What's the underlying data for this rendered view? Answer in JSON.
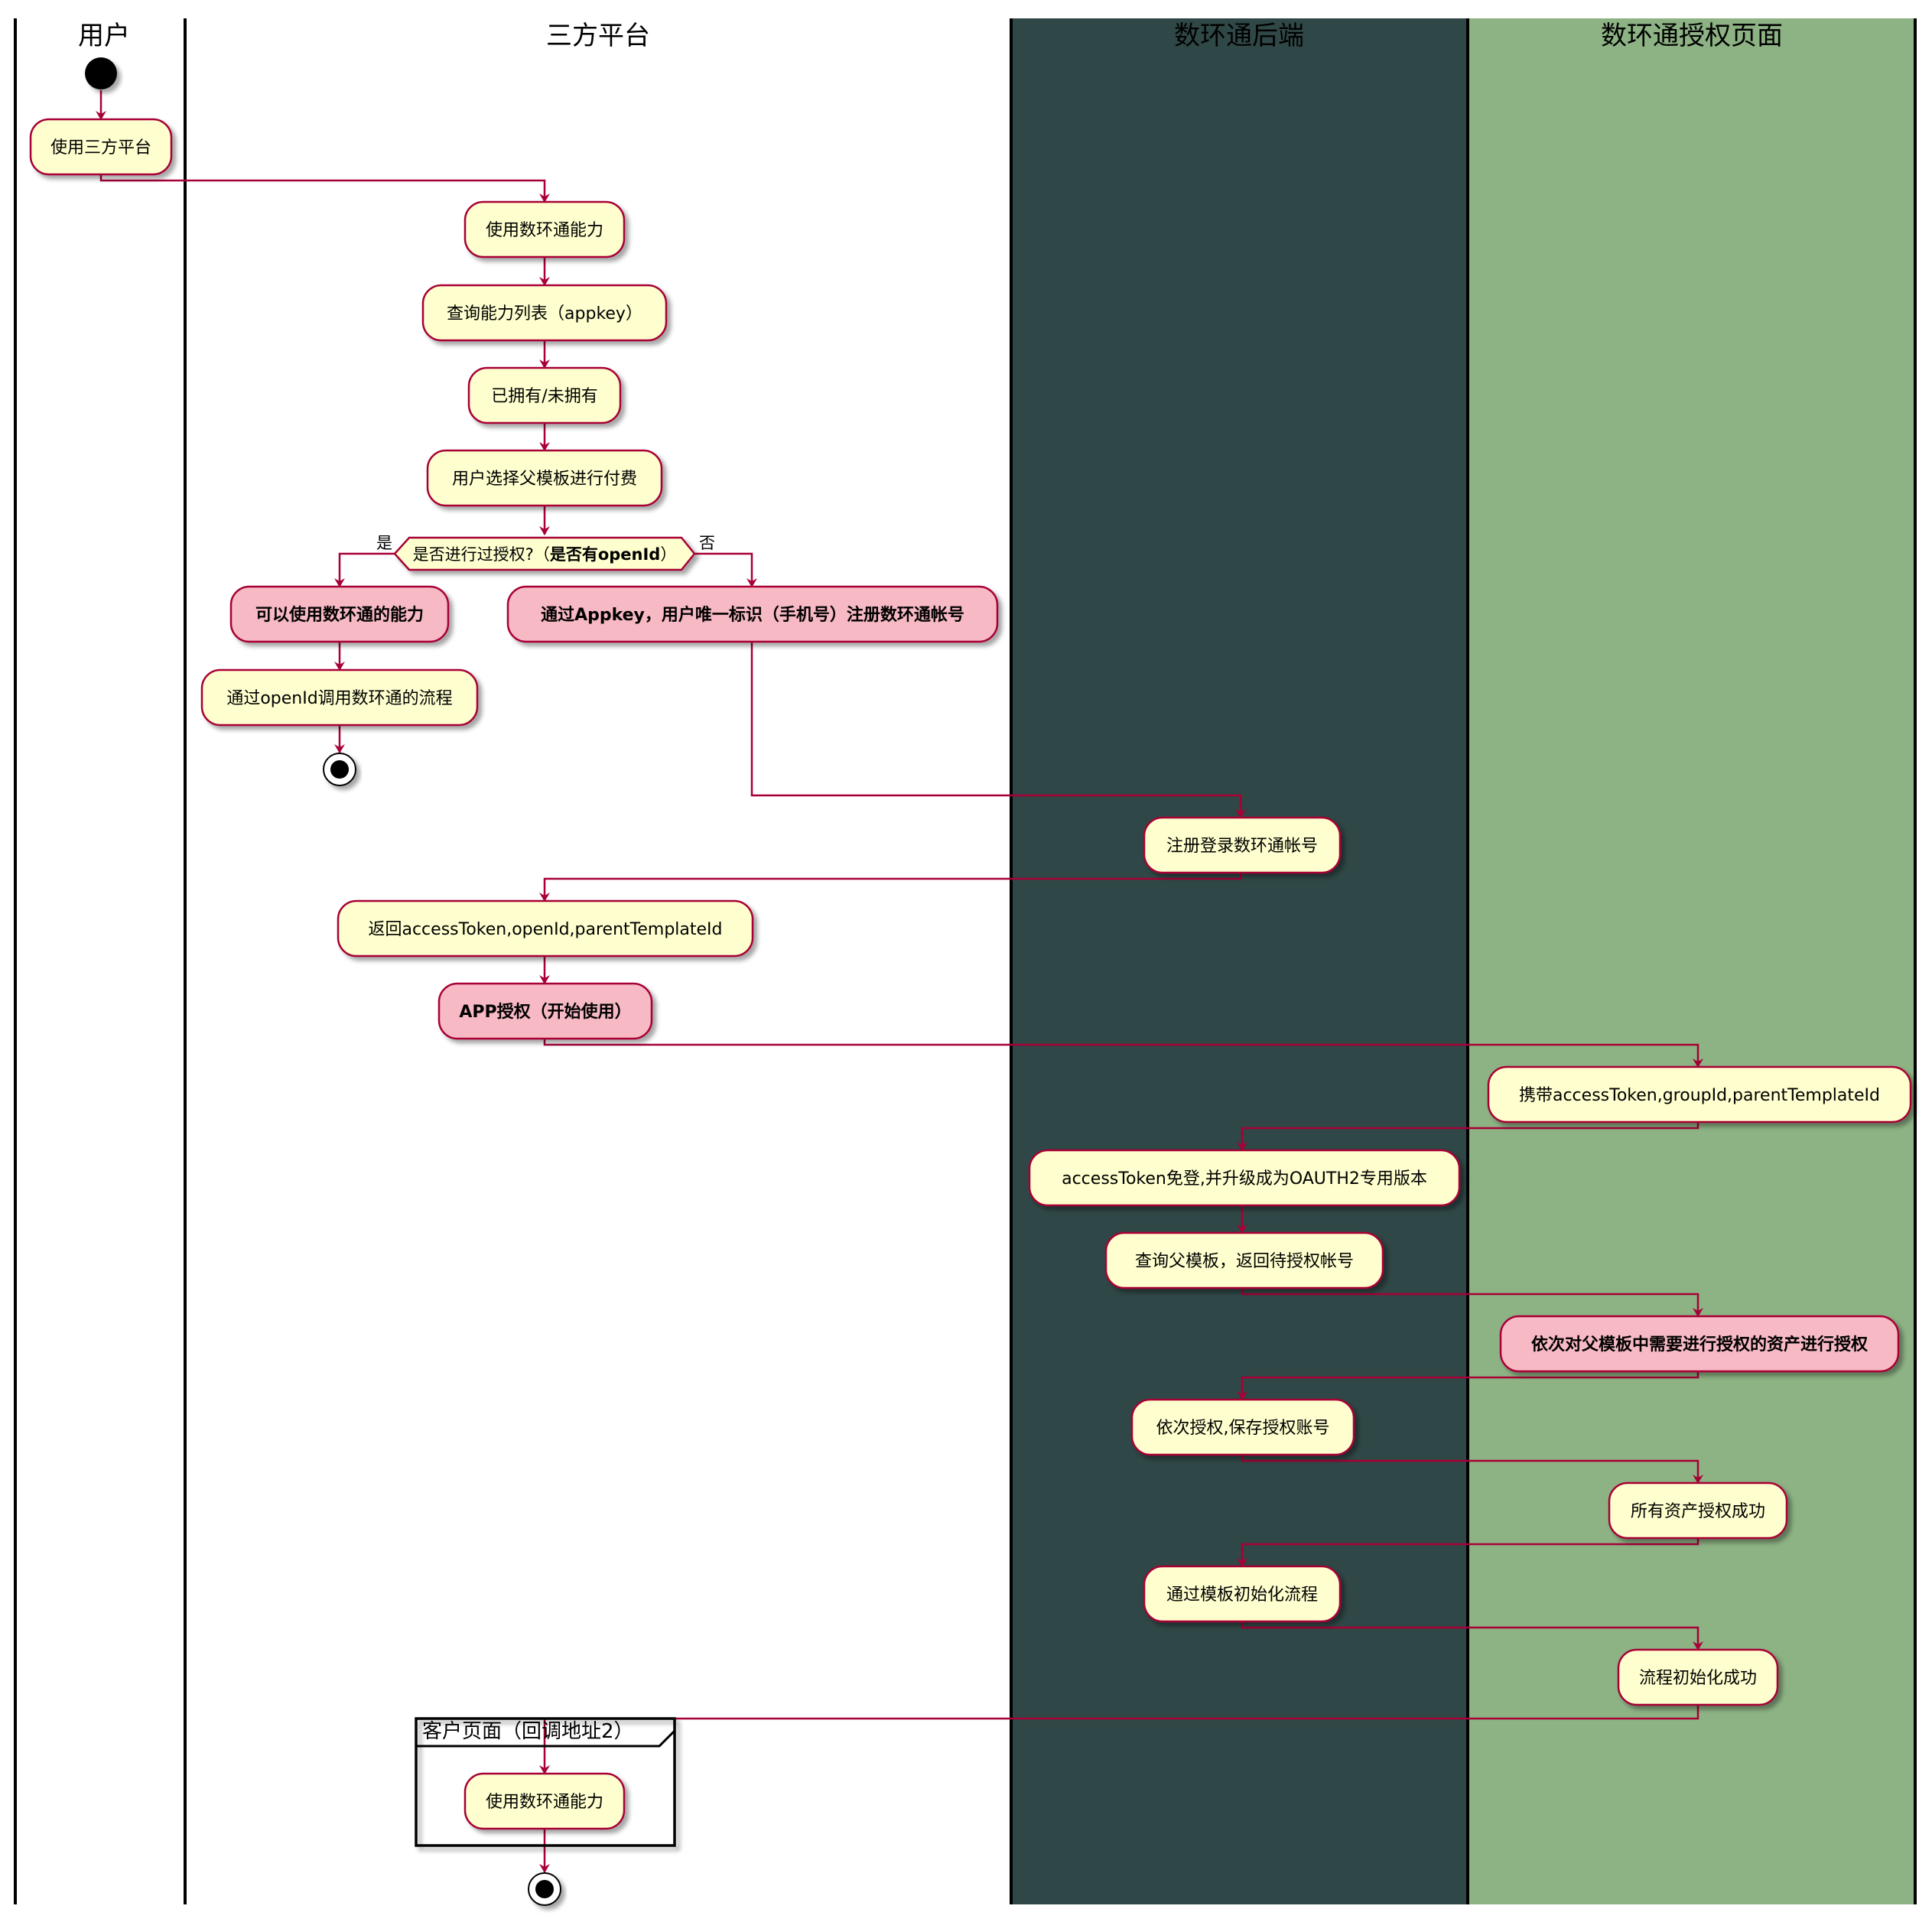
{
  "lanes": [
    {
      "id": "user",
      "title": "用户",
      "bg": "#ffffff"
    },
    {
      "id": "third",
      "title": "三方平台",
      "bg": "#ffffff"
    },
    {
      "id": "backend",
      "title": "数环通后端",
      "bg": "#2f4746"
    },
    {
      "id": "auth",
      "title": "数环通授权页面",
      "bg": "#8db284"
    }
  ],
  "nodes": {
    "use_third": "使用三方平台",
    "use_ability": "使用数环通能力",
    "query_list": "查询能力列表（appkey）",
    "owned": "已拥有/未拥有",
    "select_template": "用户选择父模板进行付费",
    "can_use": "可以使用数环通的能力",
    "via_openid": "通过openId调用数环通的流程",
    "register_via_appkey": "通过Appkey，用户唯一标识（手机号）注册数环通帐号",
    "register_login": "注册登录数环通帐号",
    "return_tokens": "返回accessToken,openId,parentTemplateId",
    "app_auth": "APP授权（开始使用）",
    "carry": "携带accessToken,groupId,parentTemplateId",
    "token_login": "accessToken免登,并升级成为OAUTH2专用版本",
    "query_parent": "查询父模板，返回待授权帐号",
    "authorize_assets": "依次对父模板中需要进行授权的资产进行授权",
    "save_accounts": "依次授权,保存授权账号",
    "all_success": "所有资产授权成功",
    "init_flow": "通过模板初始化流程",
    "init_success": "流程初始化成功",
    "use_ability_2": "使用数环通能力"
  },
  "decision": {
    "text_plain": "是否进行过授权?（",
    "text_bold": "是否有openId",
    "text_end": "）",
    "yes": "是",
    "no": "否"
  },
  "group": {
    "title": "客户页面（回调地址2）"
  },
  "colors": {
    "activity_fill": "#fefece",
    "highlight_fill": "#f7b9c4",
    "border": "#a80036",
    "arrow": "#a80036",
    "lane_line": "#000000"
  }
}
